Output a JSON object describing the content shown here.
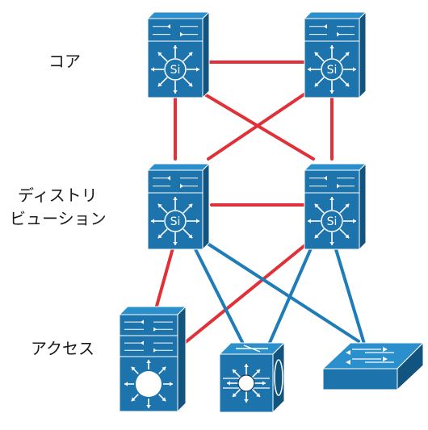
{
  "layers": {
    "core": "コア",
    "distribution_line1": "ディストリ",
    "distribution_line2": "ビューション",
    "access": "アクセス"
  },
  "device_label": "Si",
  "colors": {
    "redundant_link": "#e03038",
    "uplink": "#1e7cb8",
    "device_front": "#1d74ad",
    "device_top": "#2a8fca",
    "device_side": "#10547f",
    "device_outline": "#ffffff"
  },
  "devices": [
    {
      "id": "core-left",
      "type": "multilayer-switch",
      "layer": "core"
    },
    {
      "id": "core-right",
      "type": "multilayer-switch",
      "layer": "core"
    },
    {
      "id": "dist-left",
      "type": "multilayer-switch",
      "layer": "distribution"
    },
    {
      "id": "dist-right",
      "type": "multilayer-switch",
      "layer": "distribution"
    },
    {
      "id": "access-stack",
      "type": "stacked-switch",
      "layer": "access"
    },
    {
      "id": "access-cube",
      "type": "cube-switch",
      "layer": "access"
    },
    {
      "id": "access-flat",
      "type": "workgroup-switch",
      "layer": "access"
    }
  ],
  "links": [
    {
      "from": "core-left",
      "to": "core-right",
      "color": "red"
    },
    {
      "from": "core-left",
      "to": "dist-left",
      "color": "red"
    },
    {
      "from": "core-left",
      "to": "dist-right",
      "color": "red"
    },
    {
      "from": "core-right",
      "to": "dist-left",
      "color": "red"
    },
    {
      "from": "core-right",
      "to": "dist-right",
      "color": "red"
    },
    {
      "from": "dist-left",
      "to": "dist-right",
      "color": "red"
    },
    {
      "from": "dist-left",
      "to": "access-stack",
      "color": "red"
    },
    {
      "from": "dist-right",
      "to": "access-stack",
      "color": "red"
    },
    {
      "from": "dist-left",
      "to": "access-cube",
      "color": "blue"
    },
    {
      "from": "dist-left",
      "to": "access-flat",
      "color": "blue"
    },
    {
      "from": "dist-right",
      "to": "access-cube",
      "color": "blue"
    },
    {
      "from": "dist-right",
      "to": "access-flat",
      "color": "blue"
    }
  ]
}
